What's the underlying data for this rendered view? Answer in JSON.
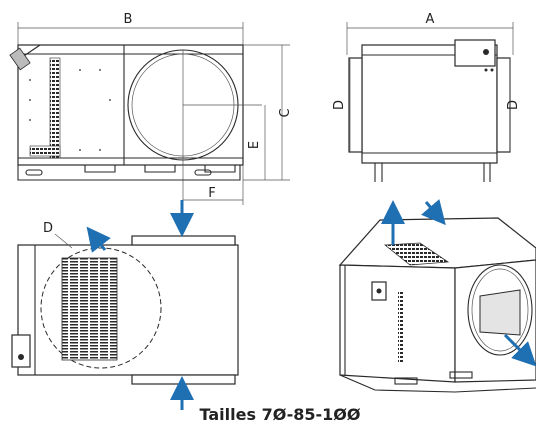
{
  "labels": {
    "dim_b": "B",
    "dim_a": "A",
    "dim_c": "C",
    "dim_d_left": "D",
    "dim_d_right": "D",
    "dim_e": "E",
    "dim_f": "F",
    "dim_d_top": "D",
    "caption": "Tailles 7Ø-85-1ØØ"
  },
  "colors": {
    "arrow": "#1f6fb3",
    "line": "#2a2a2a"
  }
}
